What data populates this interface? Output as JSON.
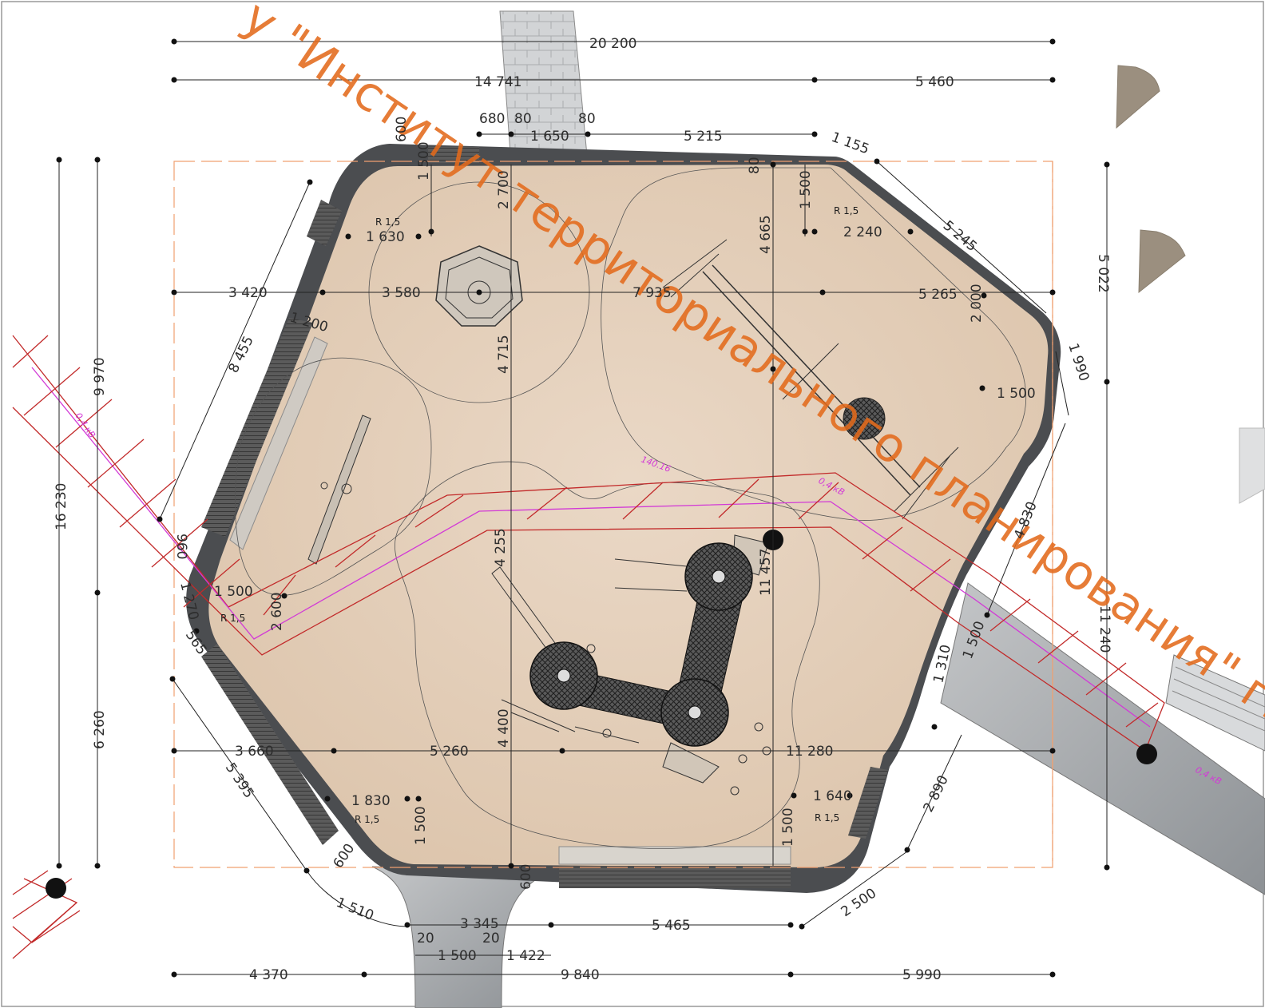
{
  "watermark": "у \"Институт территориального планирования\" г. П",
  "zone_radius_label": "R 1,5",
  "cable_labels": [
    "0,4 кВ",
    "0,4 кВ",
    "0,4 кВ"
  ],
  "cable_elevation": "140.16",
  "dimensions": {
    "top_overall": "20 200",
    "top_a": "14 741",
    "top_b": "5 460",
    "top_c1": "680",
    "top_c2": "80",
    "top_c3": "80",
    "top_c4": "1 650",
    "top_c5": "5 215",
    "top_c6": "1 155",
    "right_edge_a": "5 245",
    "right_edge_b": "1 990",
    "right_edge_c": "4 830",
    "right_edge_d": "2 890",
    "right_edge_e": "2 500",
    "right_vert_a": "5 022",
    "right_vert_b": "11 240",
    "left_vert_a": "16 230",
    "left_vert_b": "9 970",
    "left_vert_c": "6 260",
    "left_edge_a": "8 455",
    "left_edge_b": "5 395",
    "left_edge_c": "1 510",
    "left_edge_d": "1 270",
    "left_edge_e": "565",
    "left_edge_f": "600",
    "mid_h1a": "3 420",
    "mid_h1b": "3 580",
    "mid_h1c": "7 935",
    "mid_h1d": "5 265",
    "mid_h2a": "3 660",
    "mid_h2b": "5 260",
    "mid_h2c": "11 280",
    "v_a": "2 700",
    "v_b": "4 715",
    "v_c": "4 400",
    "v_d": "4 665",
    "v_e": "11 457",
    "v_f": "4 255",
    "v_g": "2 600",
    "v_h": "2 000",
    "v_i": "1 500",
    "v_j": "1 310",
    "c1": "1 630",
    "c2": "2 240",
    "c3": "1 200",
    "c4": "1 500",
    "c5": "1 500",
    "c6": "1 830",
    "c7": "1 640",
    "c8": "960",
    "c9": "600",
    "c10": "80",
    "bot_a": "3 345",
    "bot_b": "5 465",
    "bot_c": "20",
    "bot_d": "20",
    "bot_e": "1 500",
    "bot_f": "1 422",
    "bot_g": "4 370",
    "bot_h": "9 840",
    "bot_i": "5 990",
    "bot_j": "600"
  }
}
